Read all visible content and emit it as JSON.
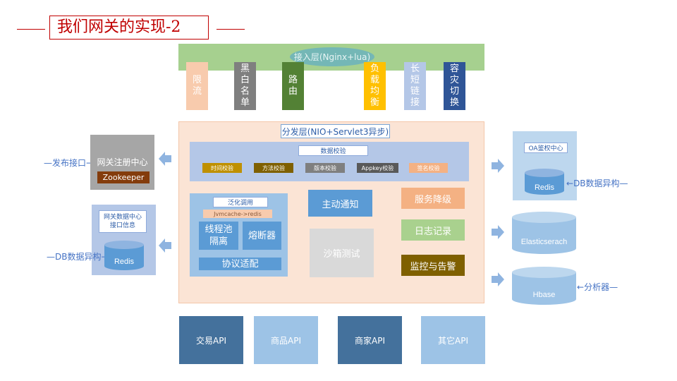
{
  "title": "我们网关的实现-2",
  "access_layer": {
    "label": "接入层(Nginx+lua)",
    "items": [
      {
        "chars": [
          "限",
          "流"
        ],
        "color": "#f8cbad"
      },
      {
        "chars": [
          "黑",
          "白",
          "名",
          "单"
        ],
        "color": "#7f7f7f"
      },
      {
        "chars": [
          "路",
          "由"
        ],
        "color": "#538135"
      },
      {
        "chars": [
          "负",
          "载",
          "均",
          "衡"
        ],
        "color": "#ffc000"
      },
      {
        "chars": [
          "长",
          "短",
          "链",
          "接"
        ],
        "color": "#b4c7e7"
      },
      {
        "chars": [
          "容",
          "灾",
          "切",
          "换"
        ],
        "color": "#2f5597"
      }
    ]
  },
  "dispatch_layer": {
    "title": "分发层(NIO+Servlet3异步)",
    "check": {
      "title": "数据校验",
      "chips": [
        {
          "label": "时间校验",
          "color": "#bf9000"
        },
        {
          "label": "方法校验",
          "color": "#7f6000"
        },
        {
          "label": "版本校验",
          "color": "#7f7f7f"
        },
        {
          "label": "Appkey校验",
          "color": "#595959"
        },
        {
          "label": "签名校验",
          "color": "#f4b183"
        }
      ]
    },
    "generic": {
      "title": "泛化调用",
      "jvm": "Jvmcache->redis",
      "thread_pool": "线程池隔离",
      "breaker": "熔断器",
      "protocol": "协议适配"
    },
    "notify": "主动通知",
    "sandbox": "沙箱测试",
    "degrade": "服务降级",
    "log": "日志记录",
    "monitor": "监控与告警"
  },
  "left": {
    "publish": "发布接口",
    "register_center": "网关注册中心",
    "zookeeper": "Zookeeper",
    "data_center": "网关数据中心接口信息",
    "redis": "Redis",
    "db_async": "DB数据异构"
  },
  "right": {
    "oa": "OA鉴权中心",
    "redis": "Redis",
    "db_async": "DB数据异构",
    "elastic": "Elasticserach",
    "hbase": "Hbase",
    "analyzer": "分析器"
  },
  "apis": [
    {
      "label": "交易API",
      "color": "#44719c"
    },
    {
      "label": "商品API",
      "color": "#9dc3e6"
    },
    {
      "label": "商家API",
      "color": "#44719c"
    },
    {
      "label": "其它API",
      "color": "#9dc3e6"
    }
  ]
}
